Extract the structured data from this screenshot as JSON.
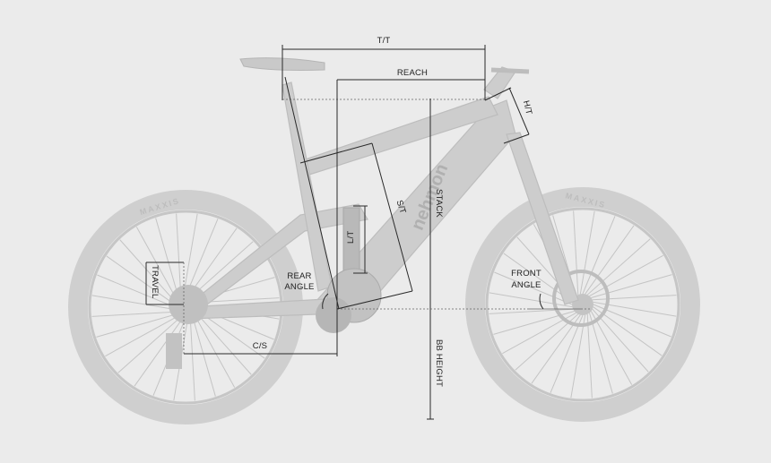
{
  "labels": {
    "top_tube": "T/T",
    "reach": "REACH",
    "head_tube": "H/T",
    "stack": "STACK",
    "seat_tube": "S/T",
    "link_tube": "L/T",
    "rear_angle_1": "REAR",
    "rear_angle_2": "ANGLE",
    "front_angle_1": "FRONT",
    "front_angle_2": "ANGLE",
    "travel": "TRAVEL",
    "chainstay": "C/S",
    "bb_height": "BB HEIGHT"
  },
  "tyre_brand": "MAXXIS",
  "frame_brand": "nehmon",
  "colors": {
    "background": "#ebebeb",
    "bike": "#cdcdcd",
    "dimension_lines": "#2a2a2a"
  }
}
